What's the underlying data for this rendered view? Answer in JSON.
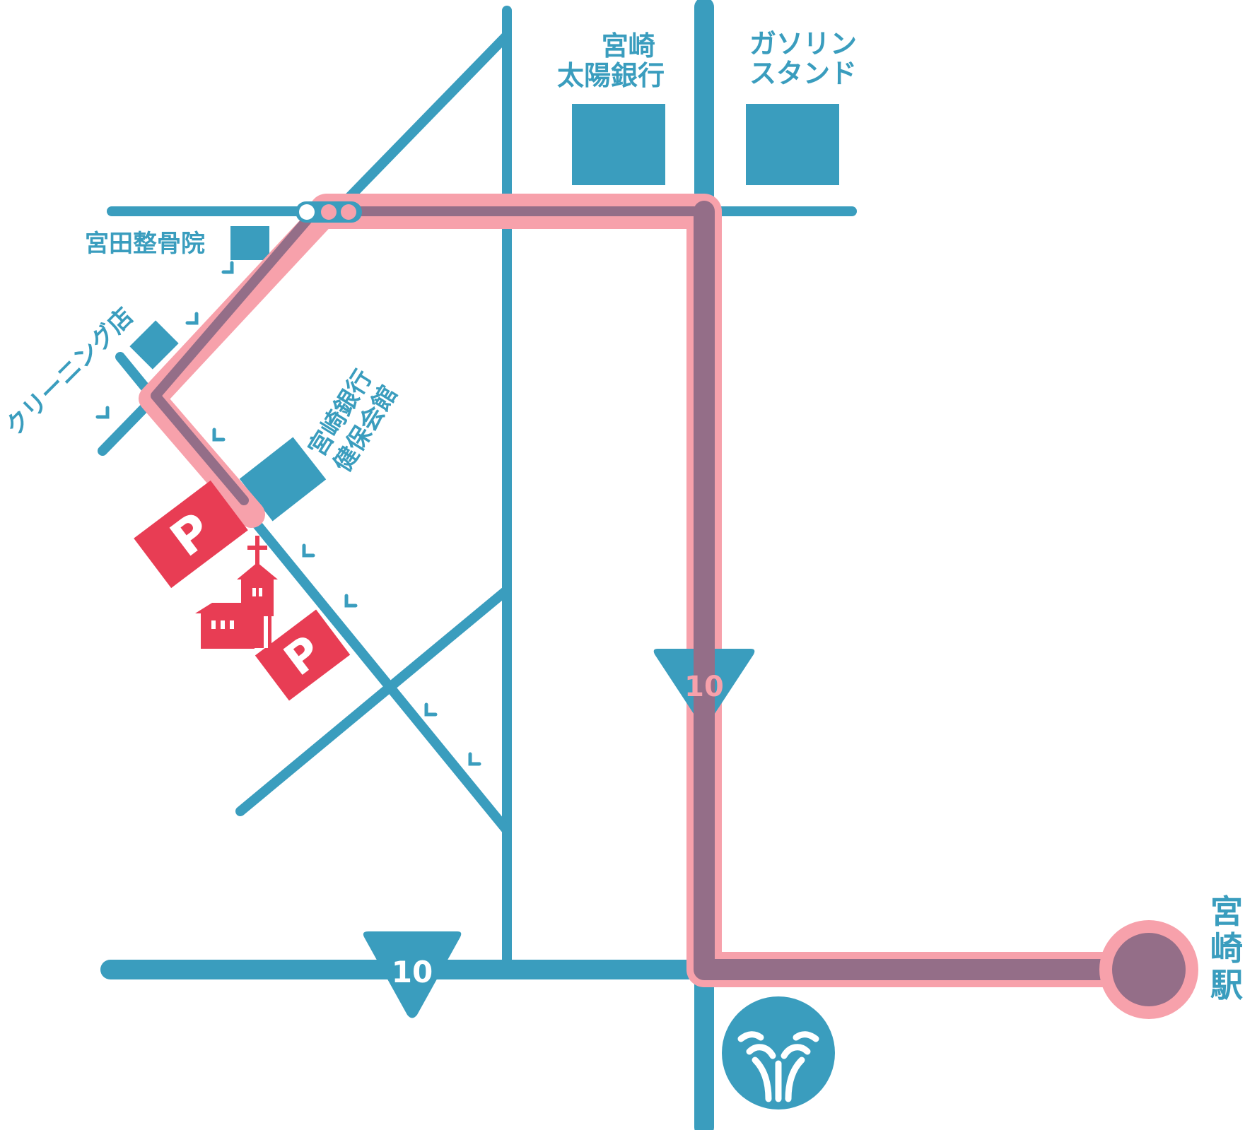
{
  "colors": {
    "road": "#3a9dbe",
    "route_highlight": "#f7a1ab",
    "route_line": "#946e88",
    "parking": "#e83d54",
    "church": "#e83d54",
    "landmark": "#3a9dbe",
    "background": "#ffffff"
  },
  "landmarks": {
    "taiyo_bank": "宮崎\n太陽銀行",
    "gas_station": "ガソリン\nスタンド",
    "bone_clinic": "宮田整骨院",
    "cleaning": "クリーニング店",
    "kenpo_kaikan": "宮崎銀行\n健保会館"
  },
  "route_shields": {
    "vertical": "10",
    "horizontal": "10"
  },
  "parking": {
    "symbol": "P"
  },
  "station": {
    "name": "宮\n崎\n駅"
  },
  "icons": {
    "church": "church-icon",
    "parking": "parking-icon",
    "traffic_light": "traffic-light-icon",
    "emblem": "city-emblem-icon",
    "station": "station-marker-icon"
  }
}
